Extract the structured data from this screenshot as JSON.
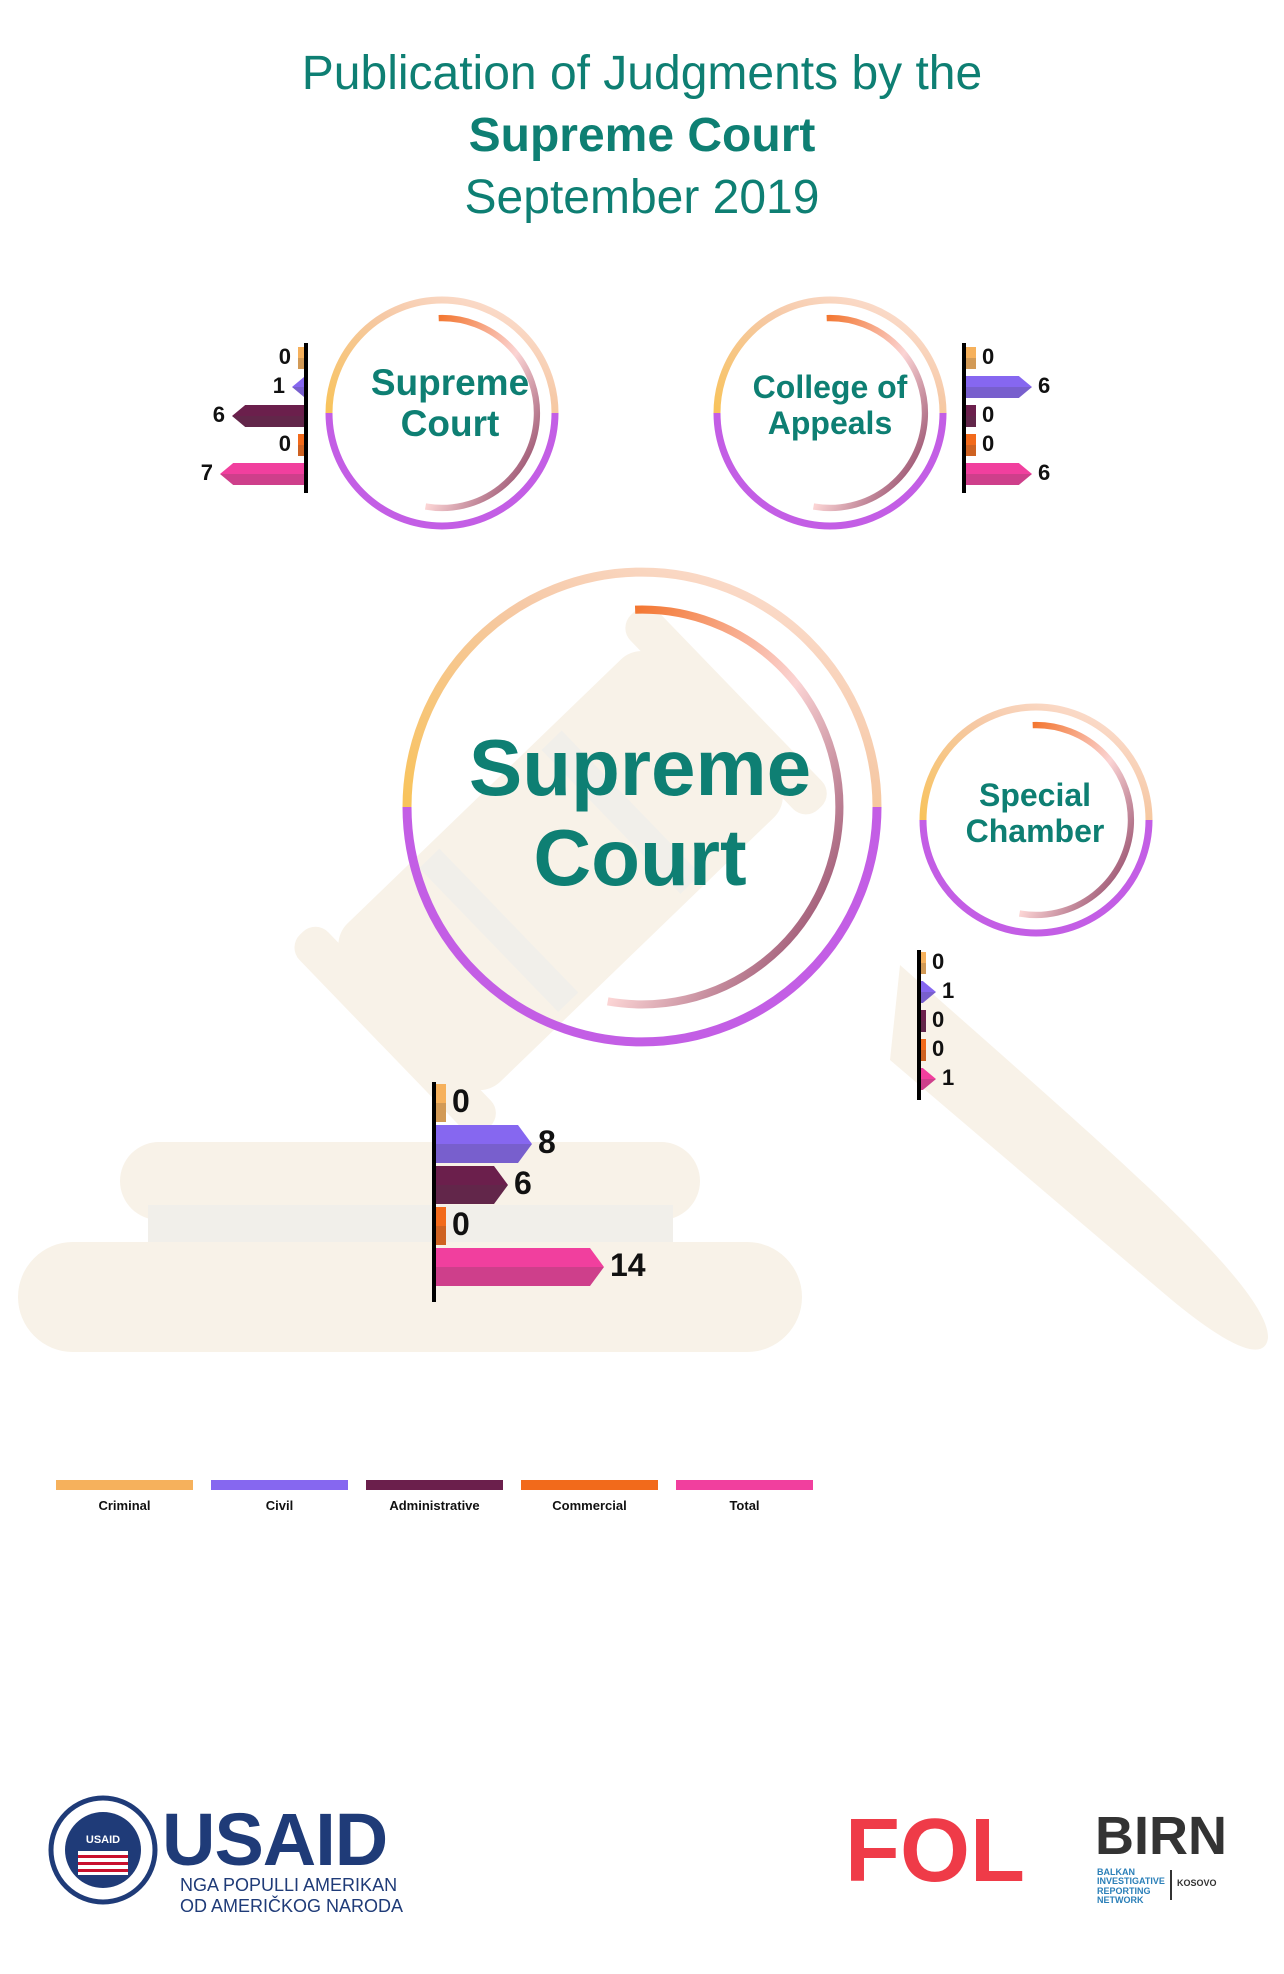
{
  "title": {
    "line1": "Publication of Judgments by the",
    "line2": "Supreme Court",
    "line3": "September 2019"
  },
  "colors": {
    "criminal": "#f6b15c",
    "civil": "#8667f0",
    "administrative": "#6b1f4c",
    "commercial": "#f26a1b",
    "total": "#f13f9e",
    "teal": "#0e7f73",
    "cream": "#f8f2e8"
  },
  "chart_data": [
    {
      "type": "bar",
      "circle_label": [
        "Supreme",
        "Court"
      ],
      "categories": [
        "Criminal",
        "Civil",
        "Administrative",
        "Commercial",
        "Total"
      ],
      "values": [
        0,
        1,
        6,
        0,
        7
      ],
      "orientation": "horizontal-left"
    },
    {
      "type": "bar",
      "circle_label": [
        "College of",
        "Appeals"
      ],
      "categories": [
        "Criminal",
        "Civil",
        "Administrative",
        "Commercial",
        "Total"
      ],
      "values": [
        0,
        6,
        0,
        0,
        6
      ],
      "orientation": "horizontal-right"
    },
    {
      "type": "bar",
      "circle_label": [
        "Supreme",
        "Court"
      ],
      "categories": [
        "Criminal",
        "Civil",
        "Administrative",
        "Commercial",
        "Total"
      ],
      "values": [
        0,
        8,
        6,
        0,
        14
      ],
      "orientation": "horizontal-right"
    },
    {
      "type": "bar",
      "circle_label": [
        "Special",
        "Chamber"
      ],
      "categories": [
        "Criminal",
        "Civil",
        "Administrative",
        "Commercial",
        "Total"
      ],
      "values": [
        0,
        1,
        0,
        0,
        1
      ],
      "orientation": "horizontal-right"
    }
  ],
  "legend": [
    "Criminal",
    "Civil",
    "Administrative",
    "Commercial",
    "Total"
  ],
  "logos": {
    "usaid_name": "USAID",
    "usaid_line1": "NGA POPULLI AMERIKAN",
    "usaid_line2": "OD AMERIČKOG NARODA",
    "usaid_seal_text": "USAID",
    "fol": "FOL",
    "birn": "BIRN",
    "birn_sub": [
      "BALKAN",
      "INVESTIGATIVE",
      "REPORTING",
      "NETWORK"
    ],
    "birn_kosovo": "KOSOVO"
  }
}
